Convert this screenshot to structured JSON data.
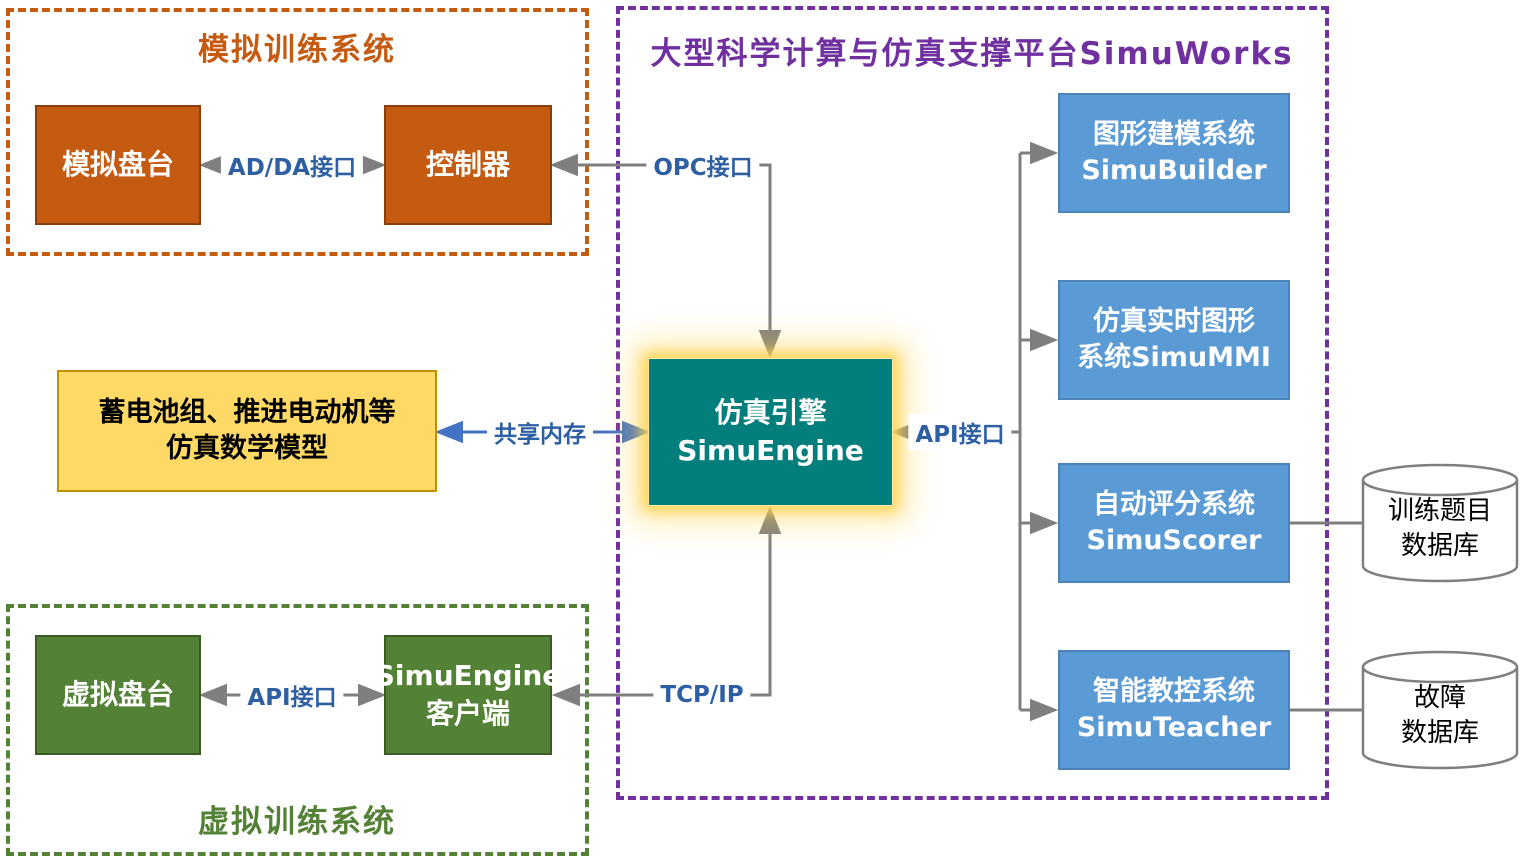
{
  "groups": {
    "sim_training": {
      "title": "模拟训练系统"
    },
    "simuworks": {
      "title": "大型科学计算与仿真支撑平台SimuWorks"
    },
    "virtual_training": {
      "title": "虚拟训练系统"
    }
  },
  "nodes": {
    "sim_console": {
      "label": "模拟盘台"
    },
    "controller": {
      "label": "控制器"
    },
    "math_model": {
      "line1": "蓄电池组、推进电动机等",
      "line2": "仿真数学模型"
    },
    "virtual_console": {
      "label": "虚拟盘台"
    },
    "simuengine_client": {
      "line1": "SimuEngine",
      "line2": "客户端"
    },
    "simuengine": {
      "line1": "仿真引擎",
      "line2": "SimuEngine"
    },
    "simubuilder": {
      "line1": "图形建模系统",
      "line2": "SimuBuilder"
    },
    "simummi": {
      "line1": "仿真实时图形",
      "line2": "系统SimuMMI"
    },
    "simuscorer": {
      "line1": "自动评分系统",
      "line2": "SimuScorer"
    },
    "simuteacher": {
      "line1": "智能教控系统",
      "line2": "SimuTeacher"
    },
    "training_db": {
      "line1": "训练题目",
      "line2": "数据库"
    },
    "fault_db": {
      "line1": "故障",
      "line2": "数据库"
    }
  },
  "edges": {
    "ad_da": {
      "label": "AD/DA接口"
    },
    "opc": {
      "label": "OPC接口"
    },
    "shared_memory": {
      "label": "共享内存"
    },
    "api_platform": {
      "label": "API接口"
    },
    "tcp_ip": {
      "label": "TCP/IP"
    },
    "api_client": {
      "label": "API接口"
    }
  },
  "colors": {
    "orange": "#C55A11",
    "yellow_fill": "#FFD966",
    "yellow_border": "#BF9000",
    "green": "#538135",
    "purple": "#7030A0",
    "teal": "#027E7C",
    "blue_box": "#5B9BD5",
    "line_gray": "#7F7F7F",
    "label_blue": "#2E5FA3",
    "shared_memory_blue": "#4472C4"
  }
}
